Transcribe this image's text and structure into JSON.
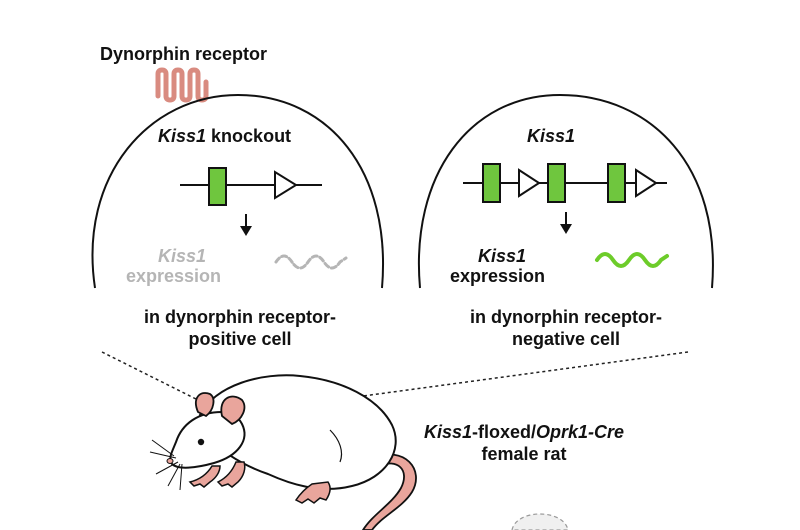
{
  "colors": {
    "exon_green": "#6fc63e",
    "wave_green": "#6dcc2a",
    "receptor_pink": "#d98b80",
    "rat_pink": "#e9a59c",
    "muted_text": "#b5b5b5",
    "outline": "#111111"
  },
  "receptor_label": "Dynorphin receptor",
  "left_cell": {
    "gene_name": "Kiss1",
    "title_suffix": " knockout",
    "expression_gene": "Kiss1",
    "expression_word": "expression",
    "caption_line1": "in dynorphin receptor-",
    "caption_line2": "positive cell"
  },
  "right_cell": {
    "gene_name": "Kiss1",
    "expression_gene": "Kiss1",
    "expression_word": "expression",
    "caption_line1": "in dynorphin receptor-",
    "caption_line2": "negative cell"
  },
  "rat_label": {
    "gene1": "Kiss1",
    "mid": "-floxed/",
    "gene2": "Oprk1-Cre",
    "line2": "female rat"
  }
}
